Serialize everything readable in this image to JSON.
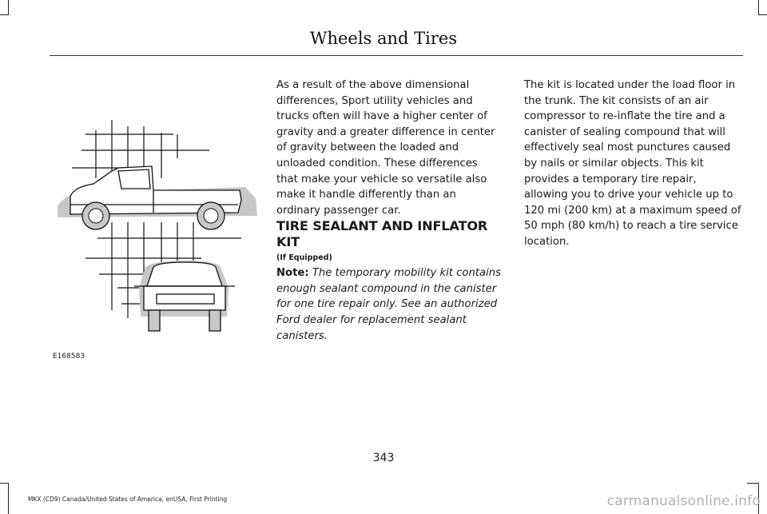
{
  "header": {
    "title": "Wheels and Tires"
  },
  "figure": {
    "id": "E168583"
  },
  "column_left": {
    "paragraph": "As a result of the above dimensional differences, Sport utility vehicles and trucks often will have a higher center of gravity and a greater difference in center of gravity between the loaded and unloaded condition. These differences that make your vehicle so versatile also make it handle differently than an ordinary passenger car.",
    "section_title": "TIRE SEALANT AND INFLATOR KIT",
    "if_equipped": "(If Equipped)",
    "note_label": "Note:",
    "note_text": "The temporary mobility kit contains enough sealant compound in the canister for one tire repair only. See an authorized Ford dealer for replacement sealant canisters."
  },
  "column_right": {
    "paragraph": "The kit is located under the load floor in the trunk. The kit consists of an air compressor to re-inflate the tire and a canister of sealing compound that will effectively seal most punctures caused by nails or similar objects. This kit provides a temporary tire repair, allowing you to drive your vehicle up to 120 mi (200 km) at a maximum speed of 50 mph (80 km/h) to reach a tire service location."
  },
  "footer": {
    "page_number": "343",
    "printing": "MKX (CD9) Canada/United States of America, enUSA, First Printing"
  },
  "watermark": "carmanualsonline.info"
}
